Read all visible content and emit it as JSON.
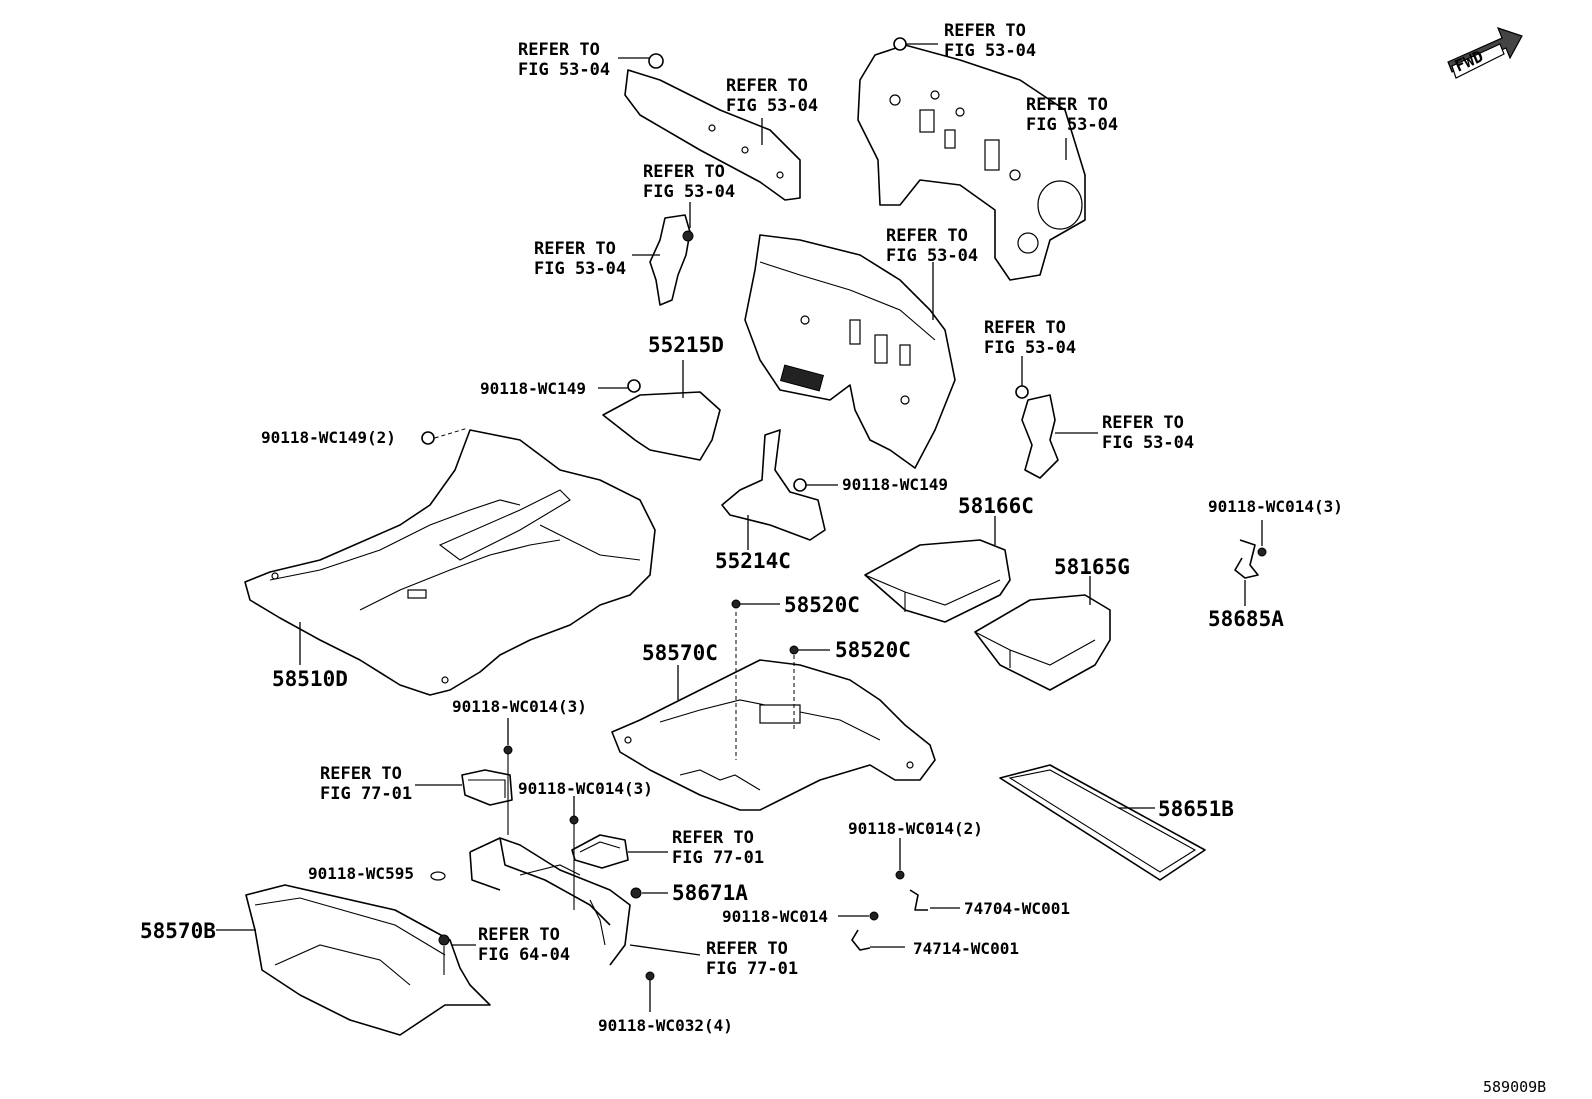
{
  "labels": {
    "ref_53_04": "REFER TO FIG 53-04",
    "ref_77_01": "REFER TO FIG 77-01",
    "ref_64_04": "REFER TO FIG 64-04",
    "refer_to": "REFER TO",
    "fig_53_04": "FIG 53-04",
    "fig_77_01": "FIG 77-01",
    "fig_64_04": "FIG 64-04",
    "p55215D": "55215D",
    "p55214C": "55214C",
    "p58510D": "58510D",
    "p58166C": "58166C",
    "p58165G": "58165G",
    "p58685A": "58685A",
    "p58520C": "58520C",
    "p58570C": "58570C",
    "p58651B": "58651B",
    "p58570B": "58570B",
    "p58671A": "58671A",
    "p74704": "74704-WC001",
    "p74714": "74714-WC001",
    "c_wc149": "90118-WC149",
    "c_wc149_2": "90118-WC149(2)",
    "c_wc014_3": "90118-WC014(3)",
    "c_wc014_2": "90118-WC014(2)",
    "c_wc014": "90118-WC014",
    "c_wc595": "90118-WC595",
    "c_wc032_4": "90118-WC032(4)",
    "fwd": "FWD",
    "figure_code": "589009B"
  }
}
